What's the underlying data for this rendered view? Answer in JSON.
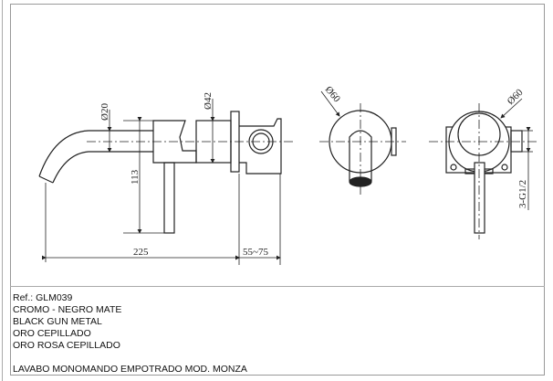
{
  "drawing": {
    "dimensions": {
      "spout_diameter": "Ø20",
      "body_diameter": "Ø42",
      "handle_height": "113",
      "projection": "225",
      "wall_depth": "55~75",
      "front_plate_diameter": "Ø60",
      "back_plate_diameter": "Ø60",
      "connections": "3-G1/2"
    }
  },
  "info": {
    "ref": "Ref.: GLM039",
    "finishes": [
      "CROMO - NEGRO MATE",
      "BLACK GUN METAL",
      "ORO CEPILLADO",
      "ORO ROSA CEPILLADO"
    ],
    "description": "LAVABO MONOMANDO EMPOTRADO MOD. MONZA"
  }
}
